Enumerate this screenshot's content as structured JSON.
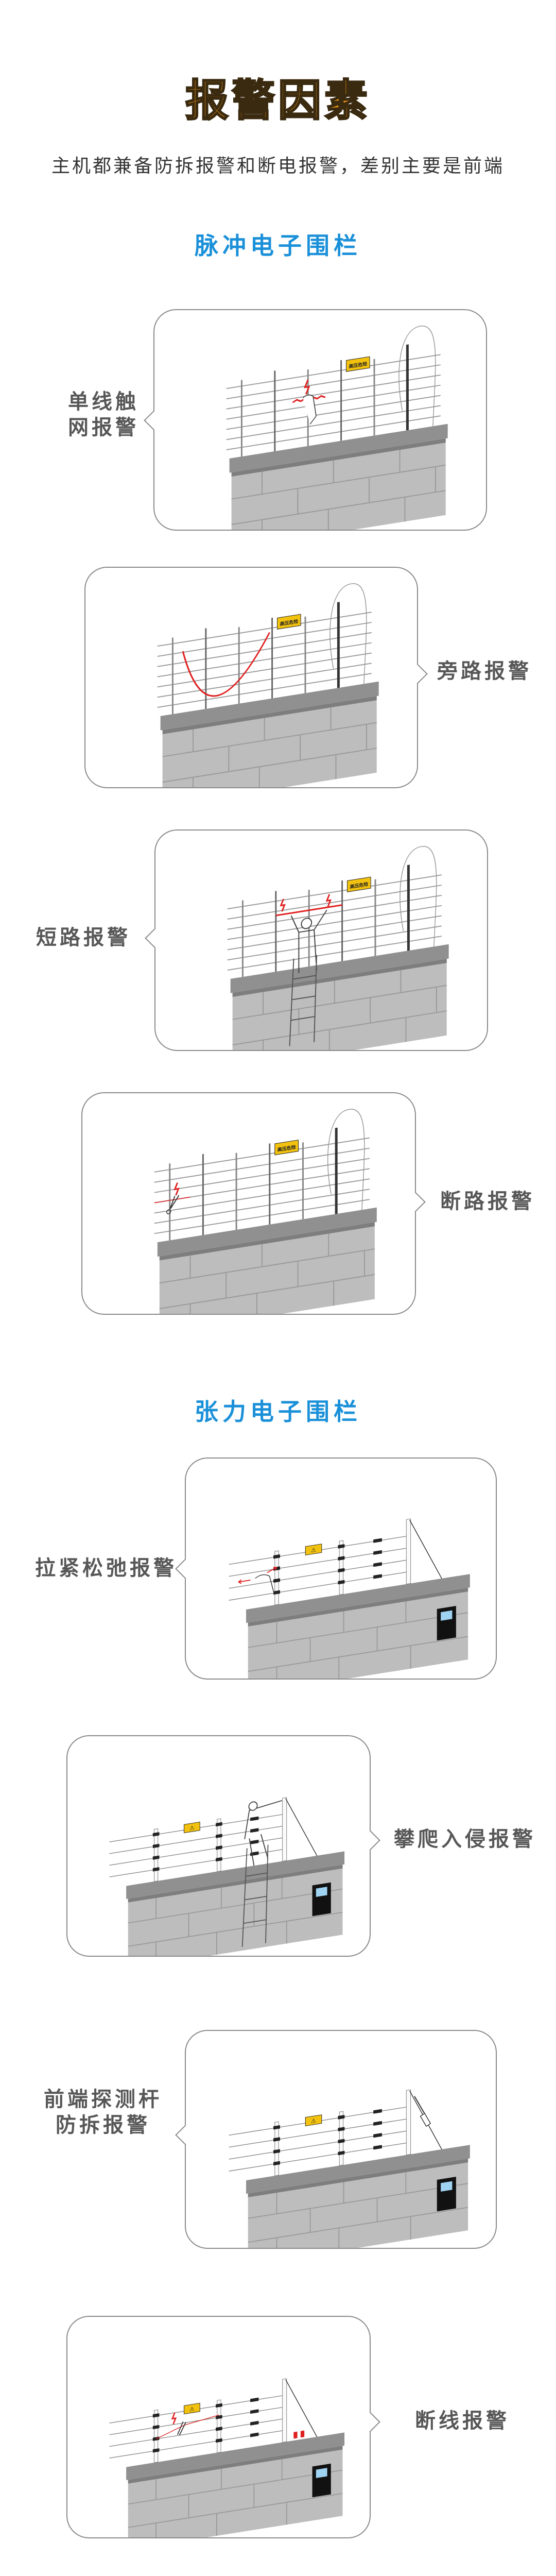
{
  "header": {
    "title": "报警因素",
    "subtitle": "主机都兼备防拆报警和断电报警，差别主要是前端"
  },
  "colors": {
    "title": "#f39a12",
    "heading": "#1a90d9",
    "alarm": "#e02020",
    "sign": "#f2c20f"
  },
  "sections": [
    {
      "heading": "脉冲电子围栏",
      "sign_text": "高压危险",
      "items": [
        {
          "label_lines": [
            "单线触",
            "网报警"
          ]
        },
        {
          "label_lines": [
            "旁路报警"
          ]
        },
        {
          "label_lines": [
            "短路报警"
          ]
        },
        {
          "label_lines": [
            "断路报警"
          ]
        }
      ]
    },
    {
      "heading": "张力电子围栏",
      "items": [
        {
          "label_lines": [
            "拉紧松弛报警"
          ]
        },
        {
          "label_lines": [
            "攀爬入侵报警"
          ]
        },
        {
          "label_lines": [
            "前端探测杆",
            "防拆报警"
          ]
        },
        {
          "label_lines": [
            "断线报警"
          ]
        }
      ]
    }
  ]
}
